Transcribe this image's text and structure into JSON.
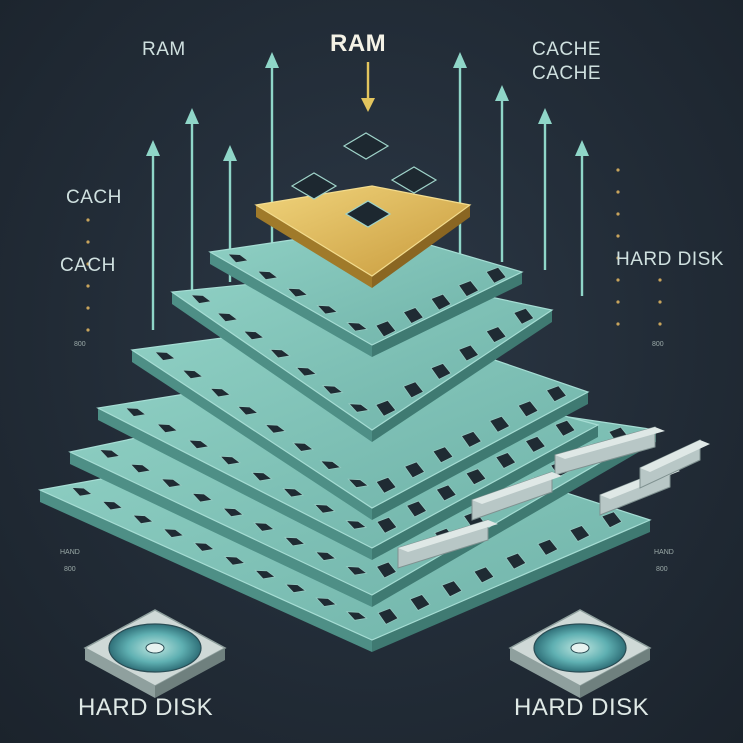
{
  "labels": {
    "ram_left": "RAM",
    "ram_top": "RAM",
    "cache_right_1": "CACHE",
    "cache_right_2": "CACHE",
    "cach_left_1": "CACH",
    "cach_left_2": "CACH",
    "hard_disk_right": "HARD DISK",
    "tiny_left_1": "800",
    "tiny_right_1": "800",
    "tiny_left_2": "HAND",
    "tiny_left_3": "800",
    "tiny_right_2": "HAND",
    "tiny_right_3": "800",
    "hard_disk_bottom_left": "HARD DISK",
    "hard_disk_bottom_right": "HARD DISK"
  },
  "colors": {
    "background": "#222c37",
    "layer_top": "#7fc3b9",
    "layer_side": "#4e8f86",
    "ram_plate": "#d8b35a",
    "arrow": "#8fd6c8",
    "chip": "#1f2b33",
    "label": "#cfe0df"
  },
  "icons": [
    "memory-chip-icon",
    "hard-disk-icon",
    "arrow-up-icon",
    "arrow-down-icon"
  ]
}
